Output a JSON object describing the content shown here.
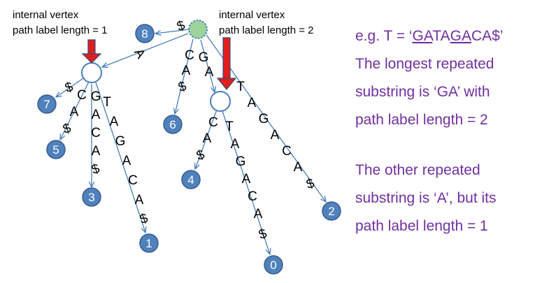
{
  "annotations": {
    "left_line1": "internal vertex",
    "left_line2": "path label length = 1",
    "right_line1": "internal vertex",
    "right_line2": "path label length = 2"
  },
  "side_text": {
    "line1_prefix": "e.g. T = ‘",
    "line1_u1": "GA",
    "line1_mid": "TA",
    "line1_u2": "GA",
    "line1_suffix": "CA$’",
    "line2": "The longest repeated",
    "line3": "substring is ‘GA’ with",
    "line4": "path label length = 2",
    "line5": "The other repeated",
    "line6": "substring is ‘A’, but its",
    "line7": "path label length = 1"
  },
  "colors": {
    "edge": "#4a7ebb",
    "leaf_fill": "#4f81bd",
    "root_fill": "#9bd39b",
    "arrow": "#e31c1c",
    "side_text": "#7030a0"
  },
  "leaves": [
    "0",
    "1",
    "2",
    "3",
    "4",
    "5",
    "6",
    "7",
    "8"
  ],
  "edges": [
    {
      "id": "root-leaf8",
      "label": "$"
    },
    {
      "id": "root-nodeA",
      "label": "A"
    },
    {
      "id": "root-leaf6",
      "label": "CA$"
    },
    {
      "id": "root-nodeGA",
      "label": "GA"
    },
    {
      "id": "nodeA-leaf7",
      "label": "$"
    },
    {
      "id": "nodeA-leaf5",
      "label": "CA$"
    },
    {
      "id": "nodeA-leaf3",
      "label": "GACA$"
    },
    {
      "id": "nodeA-leaf1",
      "label": "TAGACA$"
    },
    {
      "id": "nodeGA-leaf4",
      "label": "CA$"
    },
    {
      "id": "nodeGA-leaf0",
      "label": "TAGACA$"
    },
    {
      "id": "root-leaf2",
      "label": "TAGACA$"
    }
  ]
}
